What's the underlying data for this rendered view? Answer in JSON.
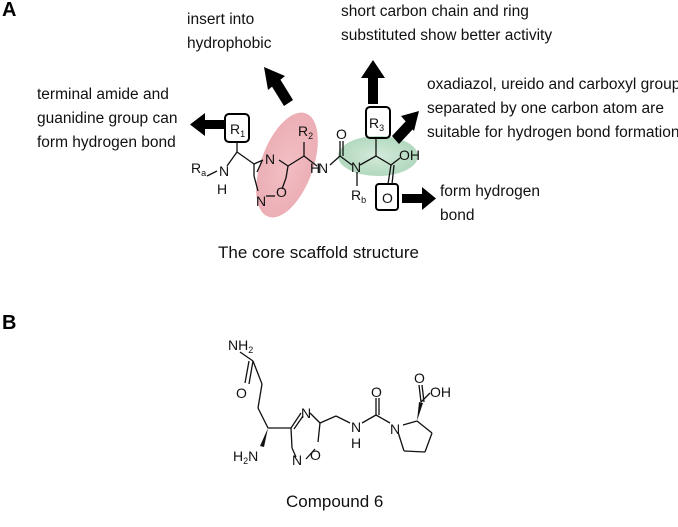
{
  "figure": {
    "panel_a": {
      "label": "A",
      "caption": "The core scaffold structure",
      "annotations": {
        "hydrophobic": [
          "insert into",
          "hydrophobic"
        ],
        "short_chain": [
          "short carbon chain and ring",
          "substituted show better activity"
        ],
        "terminal_amide": [
          "terminal amide and",
          "guanidine group can",
          "form hydrogen bond"
        ],
        "oxadiazol": [
          "oxadiazol, ureido and carboxyl group",
          "separated by one carbon atom are",
          "suitable for hydrogen bond formation"
        ],
        "form_hbond": [
          "form hydrogen",
          "bond"
        ]
      },
      "atom_labels": {
        "r1": "R1",
        "r2": "R2",
        "r3": "R3",
        "ra": "Ra",
        "rb": "Rb",
        "n_top": "N",
        "n_bottom": "N",
        "o_ring": "O",
        "nh_left_n": "N",
        "nh_left_h": "H",
        "nh_mid_n": "N",
        "nh_mid_h": "H",
        "n_urea": "N",
        "o_urea": "O",
        "oh": "OH",
        "o_carbonyl": "O"
      },
      "colors": {
        "hydrophobic_highlight": "#e8a0a8",
        "hbond_highlight": "#b9dcc6"
      }
    },
    "panel_b": {
      "label": "B",
      "caption": "Compound 6",
      "atom_labels": {
        "nh2_top": "NH2",
        "o_amide": "O",
        "h2n": "H2N",
        "n_ring_top": "N",
        "n_ring_bottom": "N",
        "o_ring": "O",
        "nh_n": "N",
        "nh_h": "H",
        "o_urea": "O",
        "n_pro": "N",
        "o_acid": "O",
        "oh": "OH"
      }
    }
  }
}
